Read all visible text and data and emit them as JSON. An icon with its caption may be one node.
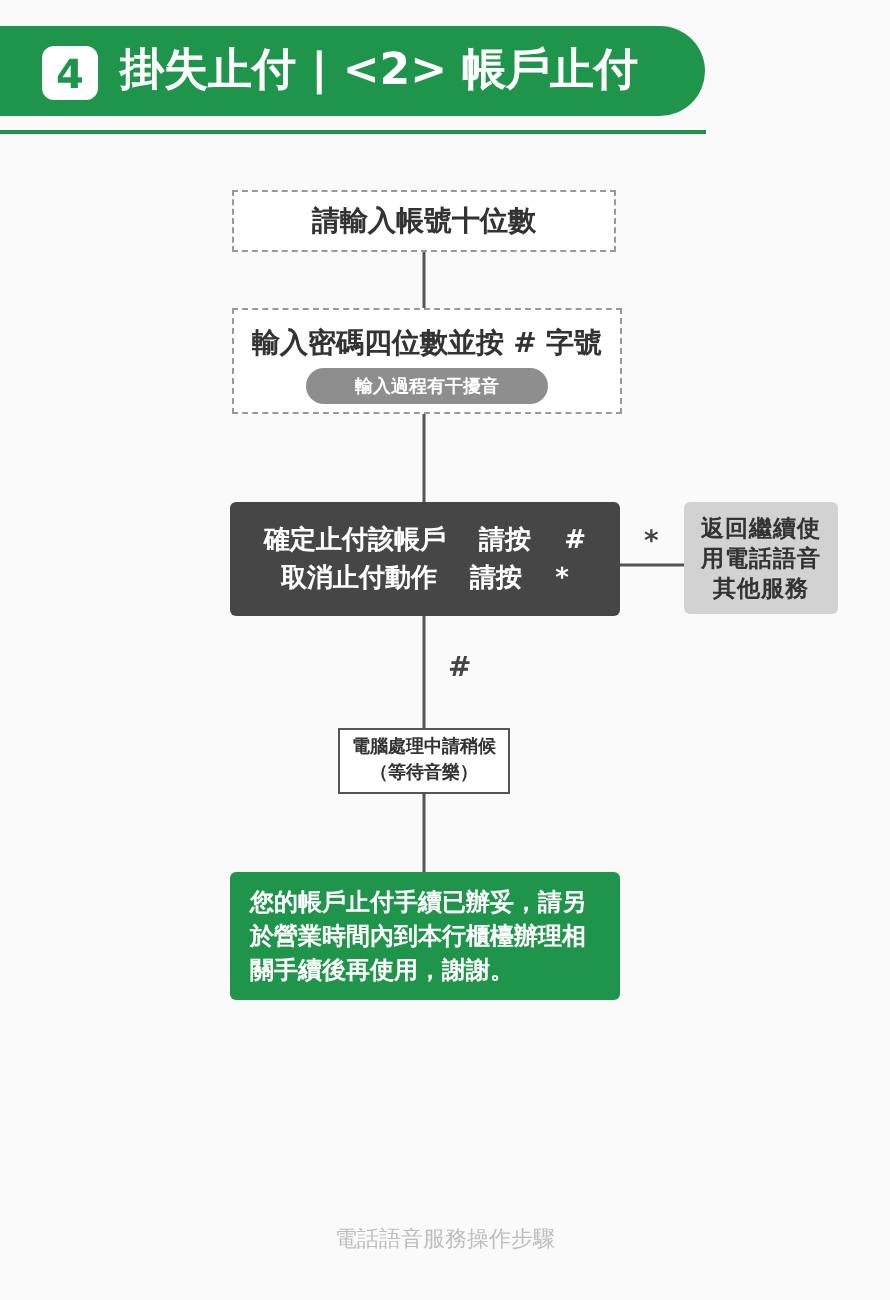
{
  "diagram": {
    "title": "掛失止付 | <2> 帳戶止付",
    "caption": "電話語音服務操作步驟",
    "labels": [
      "4"
    ],
    "nodes": [
      {
        "text": [
          "請輸入帳號十位數"
        ]
      },
      {
        "text": [
          "輸入密碼四位數並按 # 字號"
        ]
      },
      {
        "text": [
          "輸入過程有干擾音"
        ],
        "in": 1
      },
      {
        "text": [
          "確定止付該帳戶 請按 #",
          "取消止付動作 請按 *"
        ]
      },
      {
        "text": [
          "返回繼續使用電話語音其他服務"
        ]
      },
      {
        "text": [
          "電腦處理中請稍候（等待音樂）"
        ]
      },
      {
        "text": [
          "您的帳戶止付手續已辦妥，請另於營業時間內到本行櫃檯辦理相關手續後再使用，謝謝。"
        ]
      }
    ],
    "edges": [
      {
        "from": 0,
        "to": 1,
        "arrow": "none"
      },
      {
        "from": 1,
        "to": 3,
        "arrow": "none"
      },
      {
        "from": 3,
        "to": 4,
        "arrow": "none",
        "label": "*"
      },
      {
        "from": 3,
        "to": 5,
        "arrow": "none",
        "label": "#"
      },
      {
        "from": 5,
        "to": 6,
        "arrow": "none"
      }
    ]
  }
}
